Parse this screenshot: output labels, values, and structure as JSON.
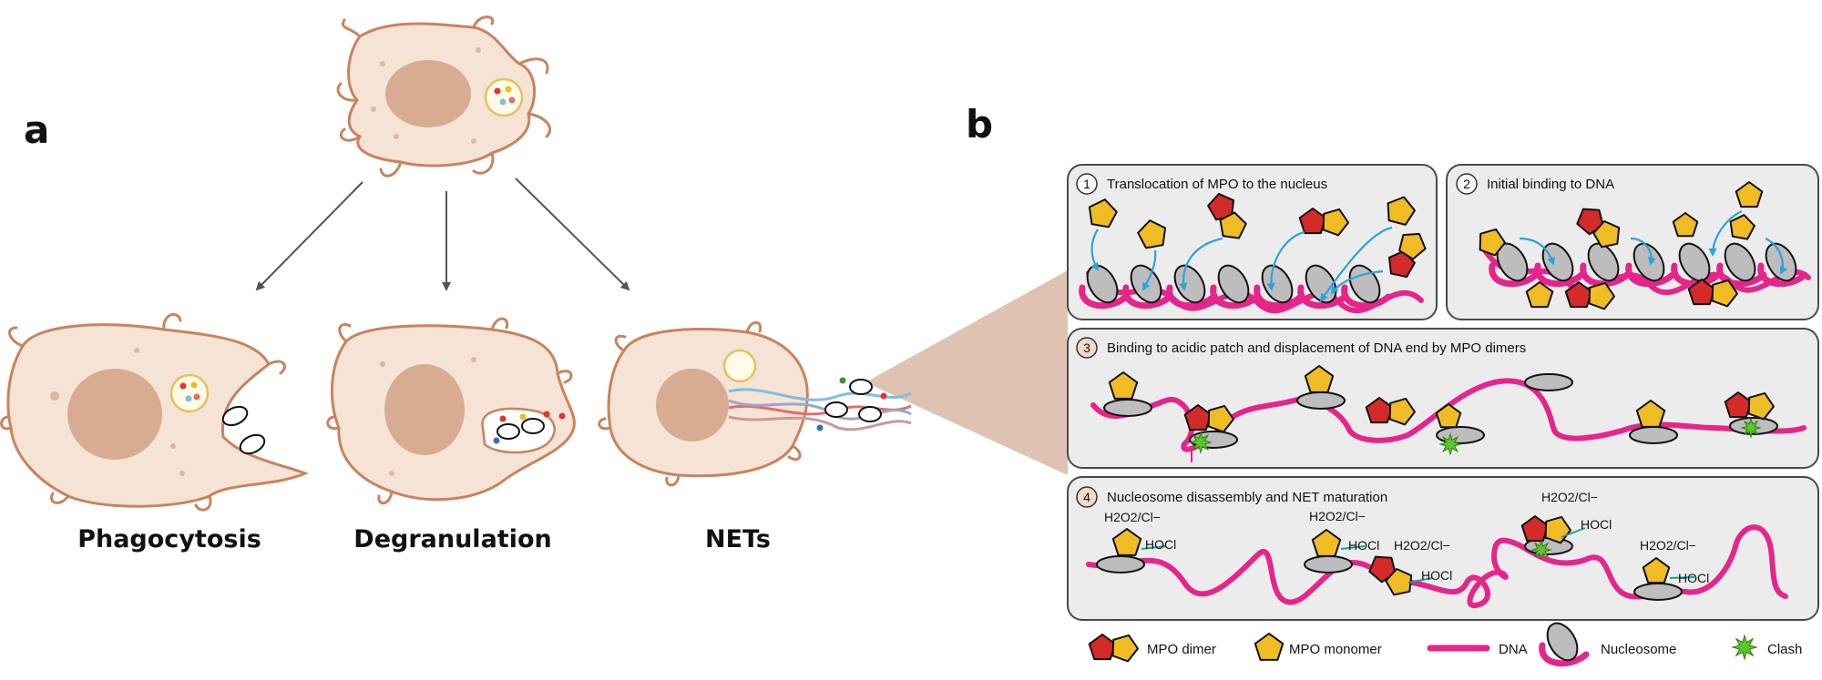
{
  "panel_a": {
    "letter": "a",
    "labels": {
      "phagocytosis": "Phagocytosis",
      "degranulation": "Degranulation",
      "nets": "NETs"
    }
  },
  "panel_b": {
    "letter": "b",
    "steps": [
      {
        "number": "1",
        "title": "Translocation of MPO to the nucleus"
      },
      {
        "number": "2",
        "title": "Initial binding to DNA"
      },
      {
        "number": "3",
        "title": "Binding to acidic patch and displacement of DNA end by MPO dimers"
      },
      {
        "number": "4",
        "title": "Nucleosome disassembly and NET maturation"
      }
    ],
    "reaction": {
      "reactant": "H2O2/Cl−",
      "product": "HOCl"
    },
    "legend": {
      "mpo_dimer": "MPO dimer",
      "mpo_monomer": "MPO monomer",
      "dna": "DNA",
      "nucleosome": "Nucleosome",
      "clash": "Clash"
    }
  },
  "colors": {
    "cell_fill": "#f5e3d6",
    "cell_outline": "#c9835e",
    "nucleus": "#d8ac92",
    "mpo_red": "#d42a2a",
    "mpo_yellow": "#f0bc24",
    "dna_pink": "#e6258a",
    "arrow_blue": "#2aa3de",
    "clash_green": "#5dc52b",
    "box_fill": "#ececec",
    "box_stroke": "#4a4a4a",
    "wedge": "#d9b9a4"
  }
}
